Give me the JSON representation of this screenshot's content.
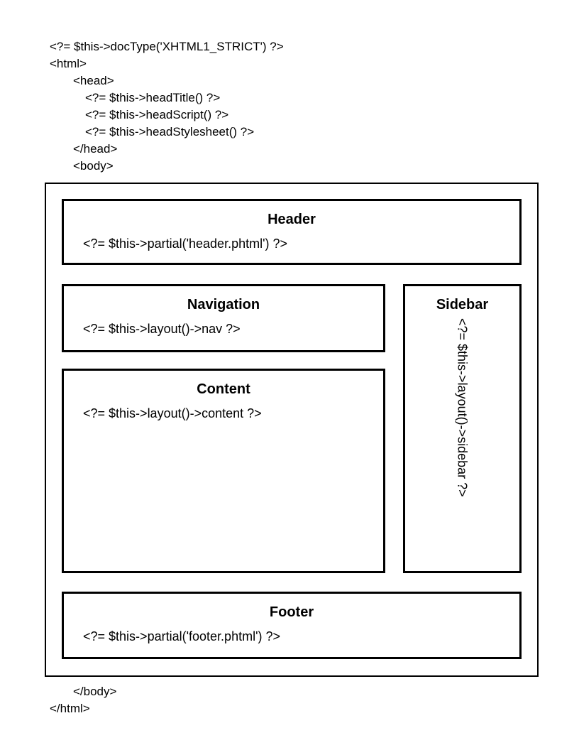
{
  "colors": {
    "background": "#ffffff",
    "border": "#000000",
    "text": "#000000"
  },
  "code_top": {
    "lines": [
      {
        "text": "<?= $this->docType('XHTML1_STRICT') ?>"
      },
      {
        "text": "<html>"
      },
      {
        "text": "<head>"
      },
      {
        "text": "<?= $this->headTitle() ?>"
      },
      {
        "text": "<?= $this->headScript() ?>"
      },
      {
        "text": "<?= $this->headStylesheet() ?>"
      },
      {
        "text": "</head>"
      },
      {
        "text": "<body>"
      }
    ]
  },
  "layout_boxes": {
    "header": {
      "title": "Header",
      "code": "<?= $this->partial('header.phtml') ?>"
    },
    "navigation": {
      "title": "Navigation",
      "code": "<?= $this->layout()->nav ?>"
    },
    "content": {
      "title": "Content",
      "code": "<?= $this->layout()->content ?>"
    },
    "sidebar": {
      "title": "Sidebar",
      "code": "<?= $this->layout()->sidebar ?>"
    },
    "footer": {
      "title": "Footer",
      "code": "<?= $this->partial('footer.phtml') ?>"
    }
  },
  "code_bottom": {
    "lines": [
      {
        "text": "</body>"
      },
      {
        "text": "</html>"
      }
    ]
  }
}
